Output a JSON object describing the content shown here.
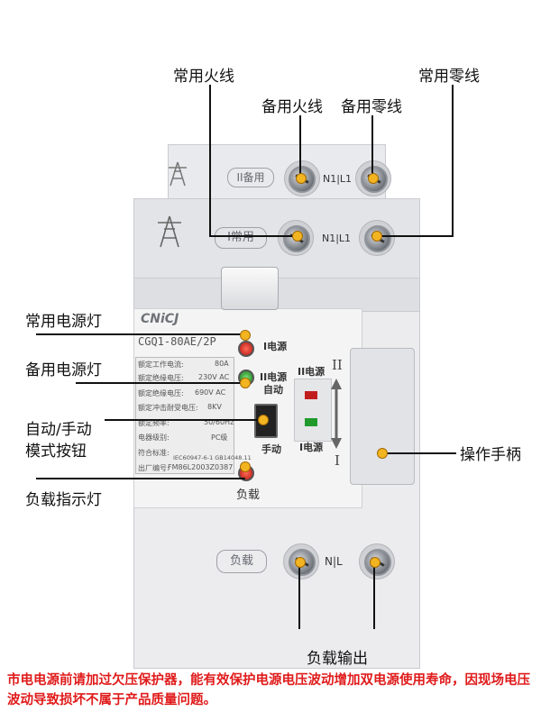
{
  "callouts": {
    "common_live": "常用火线",
    "backup_live": "备用火线",
    "backup_neutral": "备用零线",
    "common_neutral": "常用零线",
    "common_power_lamp": "常用电源灯",
    "backup_power_lamp": "备用电源灯",
    "auto_manual_line1": "自动/手动",
    "auto_manual_line2": "模式按钮",
    "load_indicator": "负载指示灯",
    "operating_handle": "操作手柄",
    "load_output": "负载输出"
  },
  "device": {
    "brand": "CNiCJ",
    "model": "CGQ1-80AE/2P",
    "tag_backup": "II备用",
    "tag_common": "I常用",
    "tag_load": "负载",
    "terminal_top": "N1|L1",
    "terminal_mid": "N1|L1",
    "terminal_bottom": "N|L",
    "power1": "I电源",
    "power2_auto": "II电源",
    "auto": "自动",
    "manual": "手动",
    "ind_power2": "II电源",
    "ind_power1": "I电源",
    "pos_II": "II",
    "pos_I": "I",
    "load_text": "负载",
    "specs": [
      {
        "label": "额定工作电流:",
        "value": "80A"
      },
      {
        "label": "额定绝缘电压:",
        "value": "230V AC"
      },
      {
        "label": "额定绝缘电压:",
        "value": "690V AC"
      },
      {
        "label": "额定冲击耐受电压:",
        "value": "8KV"
      },
      {
        "label": "额定频率:",
        "value": "50/60Hz"
      },
      {
        "label": "电器级别:",
        "value": "PC级"
      },
      {
        "label": "符合标准:",
        "value": "IEC60947-6-1 GB14048.11"
      },
      {
        "label": "出厂编号:",
        "value": "FM86L2003Z0387"
      }
    ]
  },
  "note": "市电电源前请加过欠压保护器，能有效保护电源电压波动增加双电源使用寿命，因现场电压波动导致损坏不属于产品质量问题。",
  "colors": {
    "note": "#e01b1b",
    "marker": "#f3b422"
  }
}
